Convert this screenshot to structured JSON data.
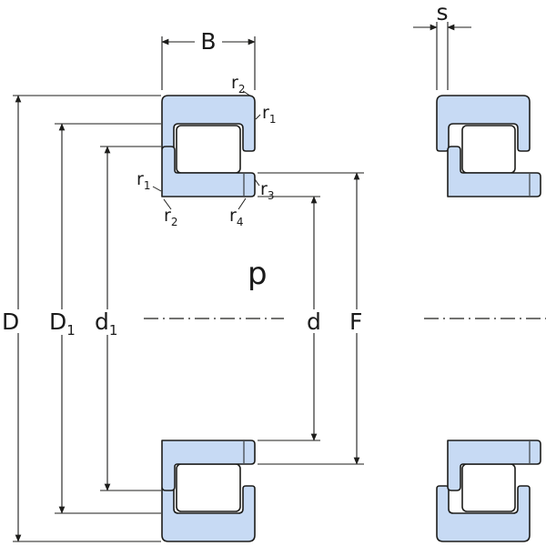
{
  "colors": {
    "ring_fill": "#c7daf4",
    "roller_fill": "#ffffff",
    "line": "#1d1d1b",
    "watermark": "#c9c9c9",
    "background": "#ffffff"
  },
  "labels": {
    "B": "B",
    "s": "s",
    "D": "D",
    "D1": {
      "main": "D",
      "sub": "1"
    },
    "d1": {
      "main": "d",
      "sub": "1"
    },
    "d": "d",
    "F": "F",
    "r1_outer": {
      "main": "r",
      "sub": "1"
    },
    "r2_outer": {
      "main": "r",
      "sub": "2"
    },
    "r1_inner": {
      "main": "r",
      "sub": "1"
    },
    "r2_inner": {
      "main": "r",
      "sub": "2"
    },
    "r3_inner": {
      "main": "r",
      "sub": "3"
    },
    "r4_inner": {
      "main": "r",
      "sub": "4"
    }
  },
  "watermark": {
    "text": "p"
  }
}
